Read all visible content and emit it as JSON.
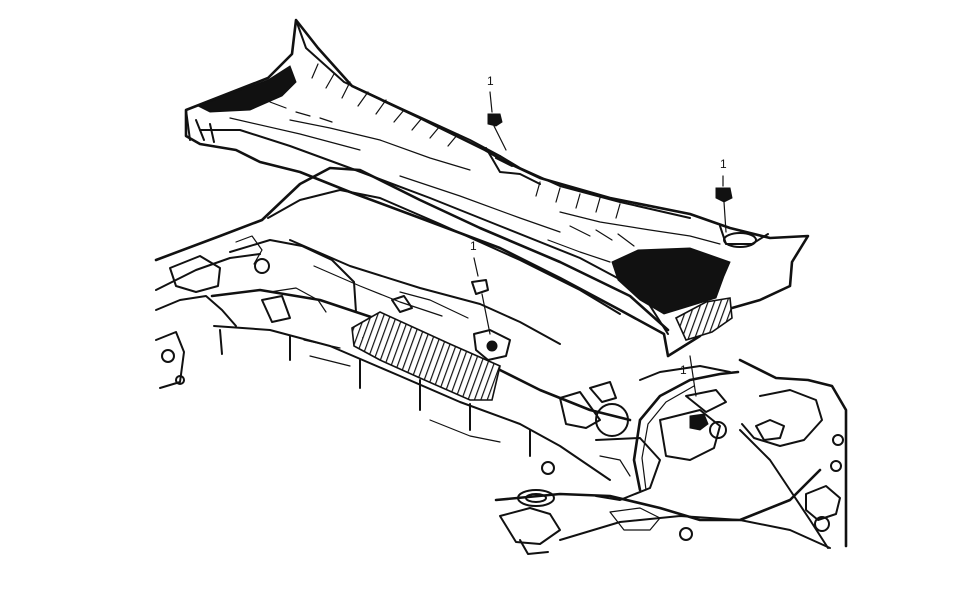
{
  "figure": {
    "callouts": [
      {
        "label": "1"
      },
      {
        "label": "1"
      },
      {
        "label": "1"
      },
      {
        "label": "1"
      }
    ]
  },
  "colors": {
    "ink": "#111111",
    "paper": "#ffffff"
  }
}
